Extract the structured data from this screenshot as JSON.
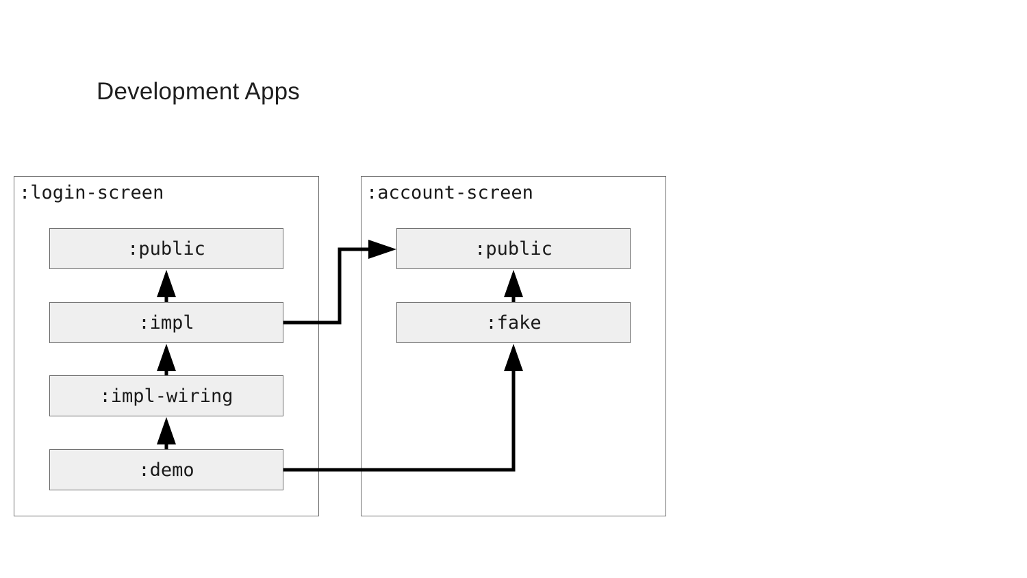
{
  "title": "Development Apps",
  "groups": {
    "login": {
      "label": ":login-screen",
      "modules": {
        "public": ":public",
        "impl": ":impl",
        "impl_wiring": ":impl-wiring",
        "demo": ":demo"
      }
    },
    "account": {
      "label": ":account-screen",
      "modules": {
        "public": ":public",
        "fake": ":fake"
      }
    }
  },
  "edges": [
    {
      "from": ":login-screen :impl",
      "to": ":login-screen :public"
    },
    {
      "from": ":login-screen :impl-wiring",
      "to": ":login-screen :impl"
    },
    {
      "from": ":login-screen :demo",
      "to": ":login-screen :impl-wiring"
    },
    {
      "from": ":login-screen :impl",
      "to": ":account-screen :public"
    },
    {
      "from": ":account-screen :fake",
      "to": ":account-screen :public"
    },
    {
      "from": ":login-screen :demo",
      "to": ":account-screen :fake"
    }
  ]
}
